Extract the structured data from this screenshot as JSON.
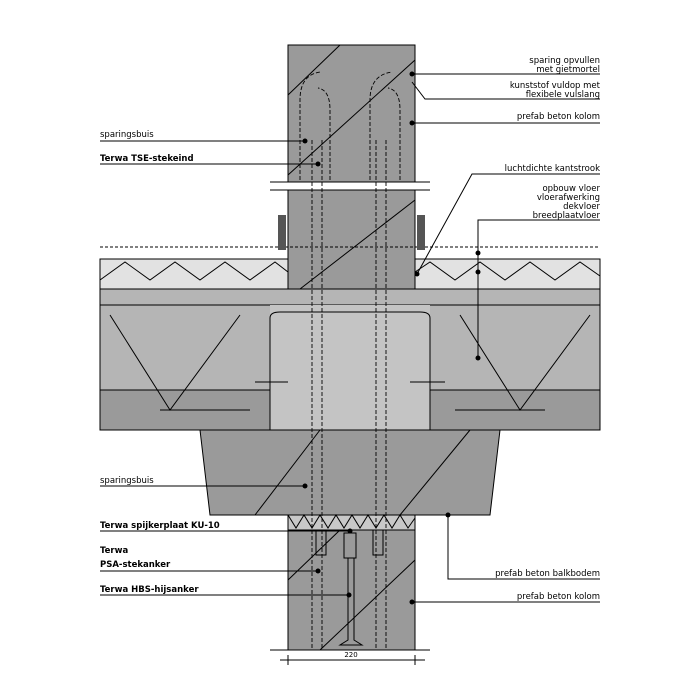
{
  "right_labels": {
    "sparing_1": "sparing opvullen",
    "sparing_2": "met gietmortel",
    "vuldop_1": "kunststof vuldop met",
    "vuldop_2": "flexibele vulslang",
    "kolom_top": "prefab beton kolom",
    "kantstrook": "luchtdichte kantstrook",
    "opbouw": "opbouw vloer",
    "vloerafwerking": "vloerafwerking",
    "dekvloer": "dekvloer",
    "breedplaatvloer": "breedplaatvloer",
    "balkbodem": "prefab beton balkbodem",
    "kolom_bottom": "prefab beton kolom"
  },
  "left_labels": {
    "sparingsbuis_top": "sparingsbuis",
    "tse": "Terwa TSE-stekeind",
    "sparingsbuis_bottom": "sparingsbuis",
    "spijkerplaat": "Terwa spijkerplaat KU-10",
    "psa_1": "Terwa",
    "psa_2": "PSA-stekanker",
    "hbs": "Terwa HBS-hijsanker"
  },
  "dimension": "220",
  "colors": {
    "concrete": "#9a9a9a",
    "slab": "#b5b5b5",
    "finish": "#e2e2e2",
    "beam": "#c4c4c4"
  }
}
